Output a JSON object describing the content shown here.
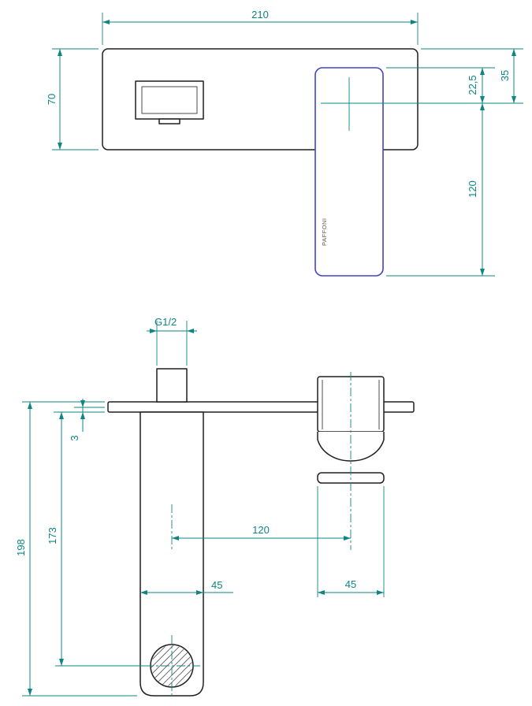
{
  "title": "Wall-mounted basin mixer technical drawing",
  "colors": {
    "dimension_color": "#0e8585",
    "outline_color": "#1f1f1f",
    "accent_outline_color": "#4343c8"
  },
  "front_view": {
    "dim_width": "210",
    "dim_height": "70",
    "dim_spout_top_to_center": "22,5",
    "dim_plate_top_to_center": "35",
    "dim_center_to_spout_end": "120",
    "brand_text": "PAFFONI"
  },
  "side_view": {
    "dim_thread": "G1/2",
    "dim_plate_gap": "3",
    "dim_plate_to_aerator": "173",
    "dim_total_length": "198",
    "dim_axis_distance": "120",
    "dim_spout_body_width": "45",
    "dim_handle_body_width": "45"
  }
}
